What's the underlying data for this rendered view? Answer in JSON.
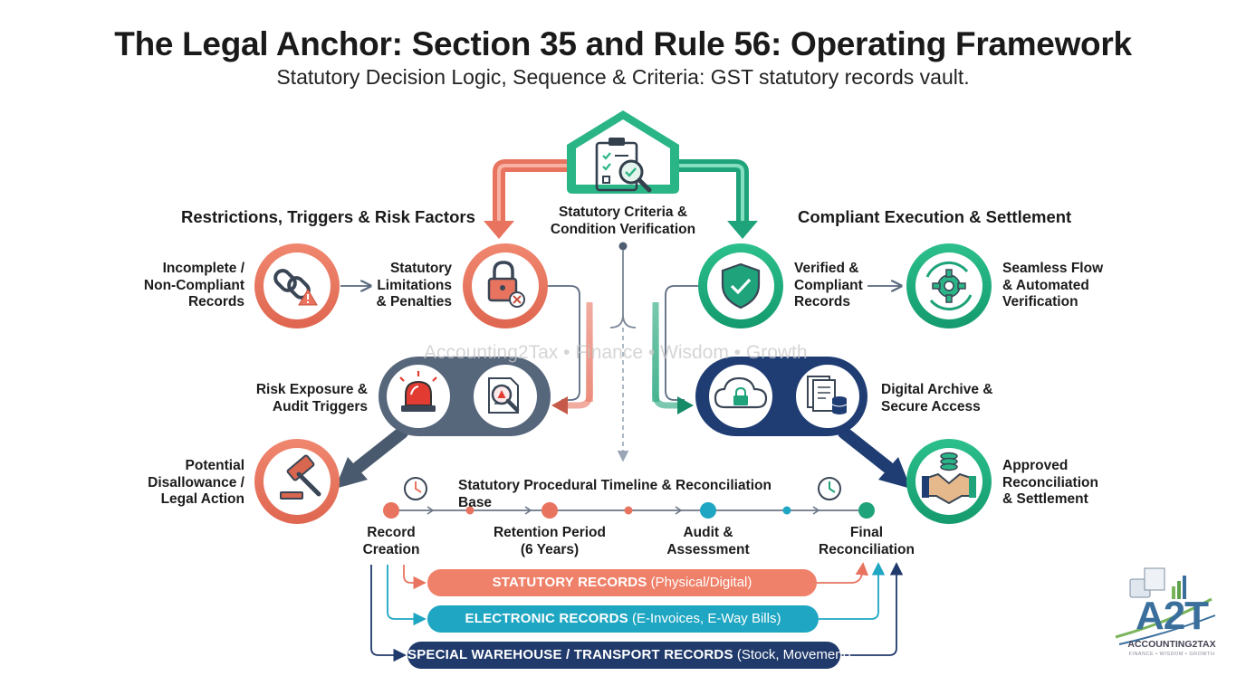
{
  "title": "The Legal Anchor: Section 35 and Rule 56: Operating Framework",
  "subtitle": "Statutory Decision Logic, Sequence & Criteria: GST statutory records vault.",
  "watermark": "Accounting2Tax • Finance • Wisdom • Growth",
  "center": {
    "label_line1": "Statutory Criteria &",
    "label_line2": "Condition Verification"
  },
  "left": {
    "heading": "Restrictions, Triggers & Risk Factors",
    "incomplete": {
      "line1": "Incomplete /",
      "line2": "Non-Compliant",
      "line3": "Records"
    },
    "limitations": {
      "line1": "Statutory",
      "line2": "Limitations",
      "line3": "& Penalties"
    },
    "risk": {
      "line1": "Risk Exposure &",
      "line2": "Audit Triggers"
    },
    "disallowance": {
      "line1": "Potential",
      "line2": "Disallowance /",
      "line3": "Legal Action"
    }
  },
  "right": {
    "heading": "Compliant Execution & Settlement",
    "verified": {
      "line1": "Verified &",
      "line2": "Compliant",
      "line3": "Records"
    },
    "seamless": {
      "line1": "Seamless Flow",
      "line2": "& Automated",
      "line3": "Verification"
    },
    "archive": {
      "line1": "Digital Archive &",
      "line2": "Secure Access"
    },
    "approved": {
      "line1": "Approved",
      "line2": "Reconciliation",
      "line3": "& Settlement"
    }
  },
  "timeline": {
    "title": "Statutory Procedural Timeline & Reconciliation Base",
    "stages": [
      {
        "line1": "Record",
        "line2": "Creation"
      },
      {
        "line1": "Retention Period",
        "line2": "(6 Years)"
      },
      {
        "line1": "Audit &",
        "line2": "Assessment"
      },
      {
        "line1": "Final",
        "line2": "Reconciliation"
      }
    ]
  },
  "records": [
    {
      "bold": "STATUTORY RECORDS",
      "rest": " (Physical/Digital)"
    },
    {
      "bold": "ELECTRONIC RECORDS",
      "rest": " (E-Invoices, E-Way Bills)"
    },
    {
      "bold": "SPECIAL WAREHOUSE / TRANSPORT RECORDS",
      "rest": " (Stock, Movement)"
    }
  ],
  "logo": {
    "mark": "A2T",
    "brand": "ACCOUNTING2TAX",
    "tagline": "FINANCE • WISDOM • GROWTH"
  },
  "colors": {
    "coral": "#e8735f",
    "green": "#1fa37a",
    "slate": "#5b6b80",
    "navy": "#1f3d73",
    "teal": "#1ea6c2",
    "dark_navy": "#203a6b"
  }
}
